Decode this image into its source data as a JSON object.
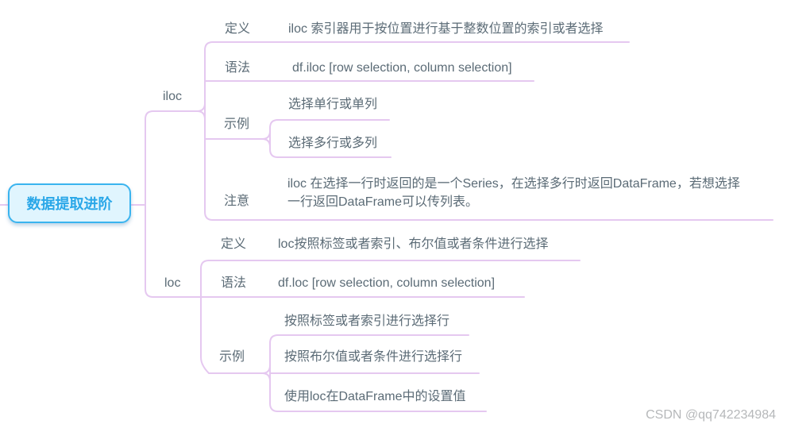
{
  "root": {
    "title": "数据提取进阶"
  },
  "branches": [
    {
      "topic": "iloc",
      "definition": {
        "label": "定义",
        "text": "iloc 索引器用于按位置进行基于整数位置的索引或者选择"
      },
      "syntax": {
        "label": "语法",
        "text": "df.iloc [row selection, column selection]"
      },
      "examples": {
        "label": "示例",
        "items": [
          "选择单行或单列",
          "选择多行或多列"
        ]
      },
      "note": {
        "label": "注意",
        "text": "iloc 在选择一行时返回的是一个Series，在选择多行时返回DataFrame，若想选择一行返回DataFrame可以传列表。",
        "lines": [
          "iloc 在选择一行时返回的是一个Series，在选择多行时返回DataFrame，若想选择",
          "一行返回DataFrame可以传列表。"
        ]
      }
    },
    {
      "topic": "loc",
      "definition": {
        "label": "定义",
        "text": "loc按照标签或者索引、布尔值或者条件进行选择"
      },
      "syntax": {
        "label": "语法",
        "text": "df.loc [row selection, column selection]"
      },
      "examples": {
        "label": "示例",
        "items": [
          "按照标签或者索引进行选择行",
          "按照布尔值或者条件进行选择行",
          "使用loc在DataFrame中的设置值"
        ]
      }
    }
  ],
  "watermark": "CSDN @qq742234984",
  "colors": {
    "branch_line": "#e5c8f0",
    "node_text": "#5b6b76",
    "root_border": "#3ab4ef",
    "root_fill": "#e0f5fe",
    "root_text": "#2aa7e8",
    "watermark_text": "#b6b8ba"
  }
}
